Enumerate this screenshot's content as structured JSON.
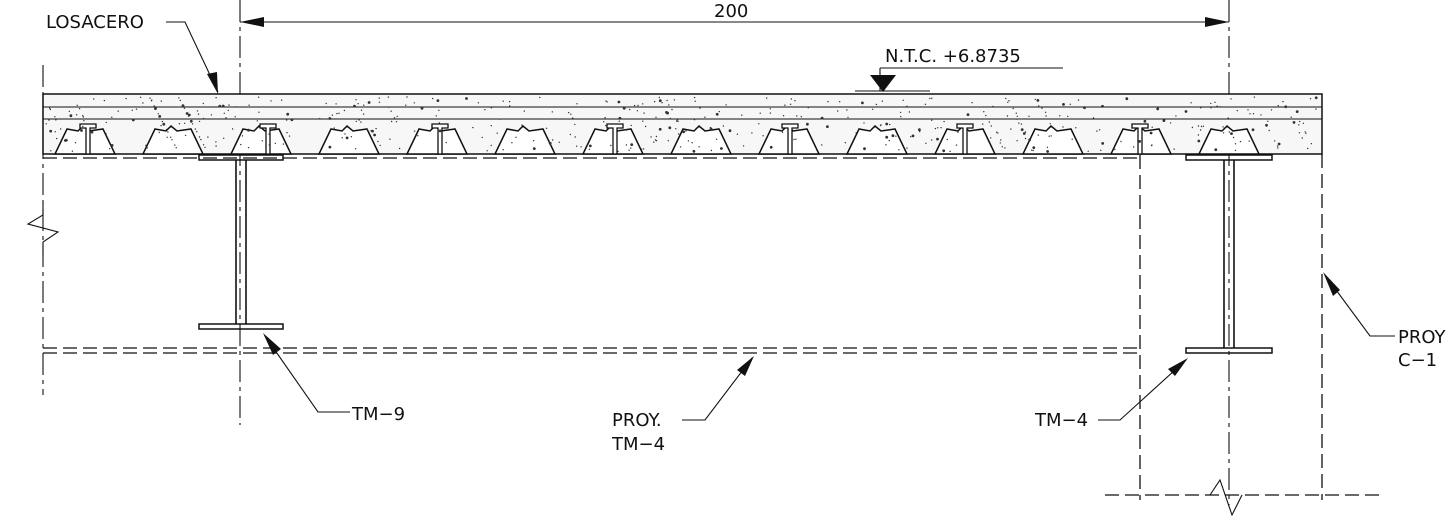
{
  "labels": {
    "losacero": "LOSACERO",
    "dimension": "200",
    "ntc": "N.T.C.  +6.8735",
    "tm9": "TM−9",
    "proy_tm4_line1": "PROY.",
    "proy_tm4_line2": "TM−4",
    "tm4": "TM−4",
    "proy_c1_line1": "PROY",
    "proy_c1_line2": "C−1"
  }
}
